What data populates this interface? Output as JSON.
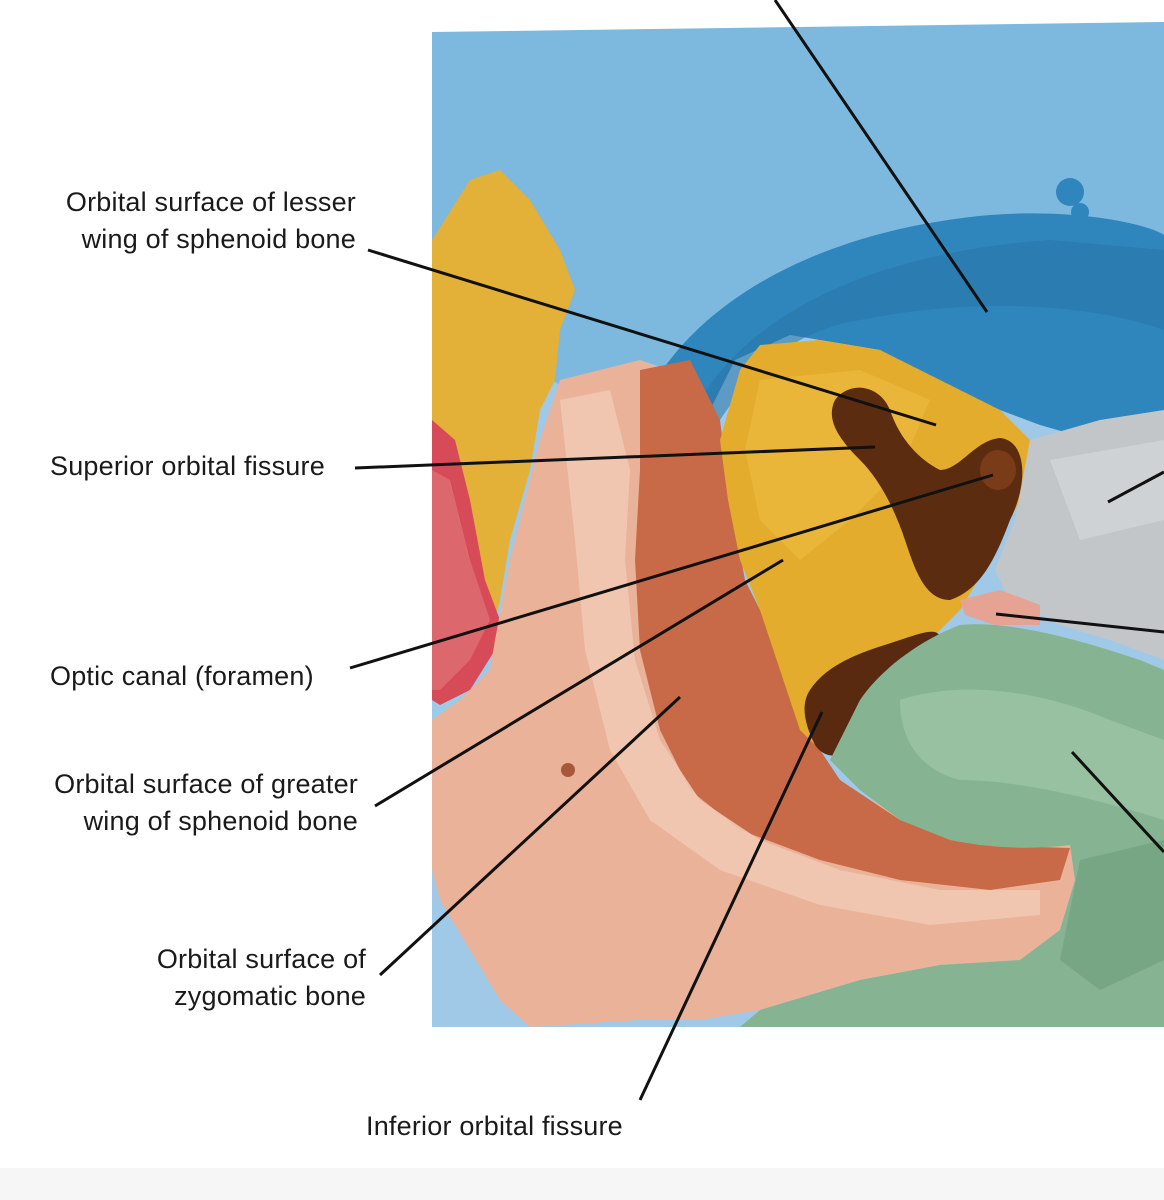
{
  "labels": {
    "lesser_wing": {
      "line1": "Orbital surface of lesser",
      "line2": "wing of sphenoid bone"
    },
    "superior_fissure": {
      "line1": "Superior orbital fissure"
    },
    "optic_canal": {
      "line1": "Optic canal (foramen)"
    },
    "greater_wing": {
      "line1": "Orbital surface of greater",
      "line2": "wing of sphenoid bone"
    },
    "zygomatic": {
      "line1": "Orbital surface of",
      "line2": "zygomatic bone"
    },
    "inferior_fissure": {
      "line1": "Inferior orbital fissure"
    }
  },
  "colors": {
    "frontal_blue": "#4a9ccf",
    "frontal_dark_blue": "#2e7fb5",
    "sphenoid_yellow": "#e0ac2e",
    "fissure_brown": "#5a2d12",
    "zygomatic_salmon": "#e8a184",
    "zygomatic_rust": "#c4603c",
    "maxilla_green": "#86b391",
    "ethmoid_gray": "#bfc2c4",
    "lacrimal_pink": "#e7a89a",
    "red_margin": "#d9535c",
    "leader_line": "#111111"
  }
}
